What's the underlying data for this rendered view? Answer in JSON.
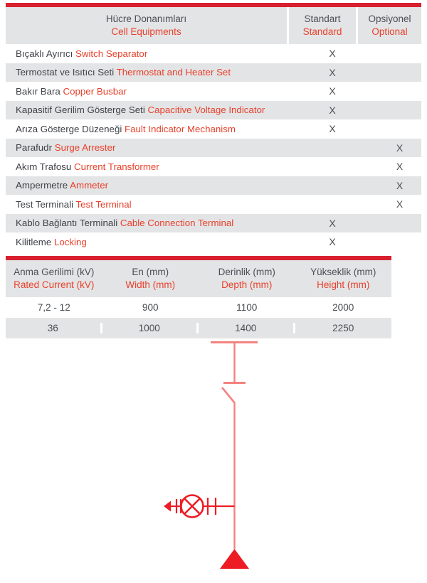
{
  "theme": {
    "red": "#d8202f",
    "red_text": "#e8412b",
    "gray_row": "#e3e4e6",
    "text_dark": "#4b4f54",
    "diagram_red": "#ed1c24",
    "diagram_light_red": "#f08a8a"
  },
  "equipment_table": {
    "header": {
      "name_tr": "Hücre Donanımları",
      "name_en": "Cell Equipments",
      "standard_tr": "Standart",
      "standard_en": "Standard",
      "optional_tr": "Opsiyonel",
      "optional_en": "Optional"
    },
    "mark": "X",
    "rows": [
      {
        "tr": "Bıçaklı Ayırıcı ",
        "en": "Switch Separator",
        "standard": "X",
        "optional": "",
        "shaded": false
      },
      {
        "tr": "Termostat ve Isıtıcı Seti ",
        "en": "Thermostat and Heater Set",
        "standard": "X",
        "optional": "",
        "shaded": true
      },
      {
        "tr": "Bakır Bara ",
        "en": "Copper Busbar",
        "standard": "X",
        "optional": "",
        "shaded": false
      },
      {
        "tr": "Kapasitif Gerilim Gösterge Seti ",
        "en": "Capacitive Voltage Indicator",
        "standard": "X",
        "optional": "",
        "shaded": true
      },
      {
        "tr": "Arıza Gösterge Düzeneği ",
        "en": "Fault Indicator Mechanism",
        "standard": "X",
        "optional": "",
        "shaded": false
      },
      {
        "tr": "Parafudr ",
        "en": "Surge Arrester",
        "standard": "",
        "optional": "X",
        "shaded": true
      },
      {
        "tr": "Akım Trafosu ",
        "en": "Current Transformer",
        "standard": "",
        "optional": "X",
        "shaded": false
      },
      {
        "tr": "Ampermetre ",
        "en": "Ammeter",
        "standard": "",
        "optional": "X",
        "shaded": true
      },
      {
        "tr": "Test Terminali ",
        "en": "Test Terminal",
        "standard": "",
        "optional": "X",
        "shaded": false
      },
      {
        "tr": "Kablo Bağlantı Terminali ",
        "en": "Cable Connection Terminal",
        "standard": "X",
        "optional": "",
        "shaded": true
      },
      {
        "tr": "Kilitleme ",
        "en": "Locking",
        "standard": "X",
        "optional": "",
        "shaded": false
      }
    ]
  },
  "dimensions_table": {
    "headers": [
      {
        "tr": "Anma Gerilimi (kV)",
        "en": "Rated Current (kV)"
      },
      {
        "tr": "En (mm)",
        "en": "Width (mm)"
      },
      {
        "tr": "Derinlik (mm)",
        "en": "Depth (mm)"
      },
      {
        "tr": "Yükseklik (mm)",
        "en": "Height (mm)"
      }
    ],
    "rows": [
      {
        "values": [
          "7,2 - 12",
          "900",
          "1100",
          "2000"
        ],
        "shaded": false
      },
      {
        "values": [
          "36",
          "1000",
          "1400",
          "2250"
        ],
        "shaded": true
      }
    ]
  },
  "diagram": {
    "title": "single-line-diagram",
    "symbols": [
      "busbar",
      "switch-separator",
      "current-transformer",
      "ammeter",
      "cable-termination"
    ]
  }
}
